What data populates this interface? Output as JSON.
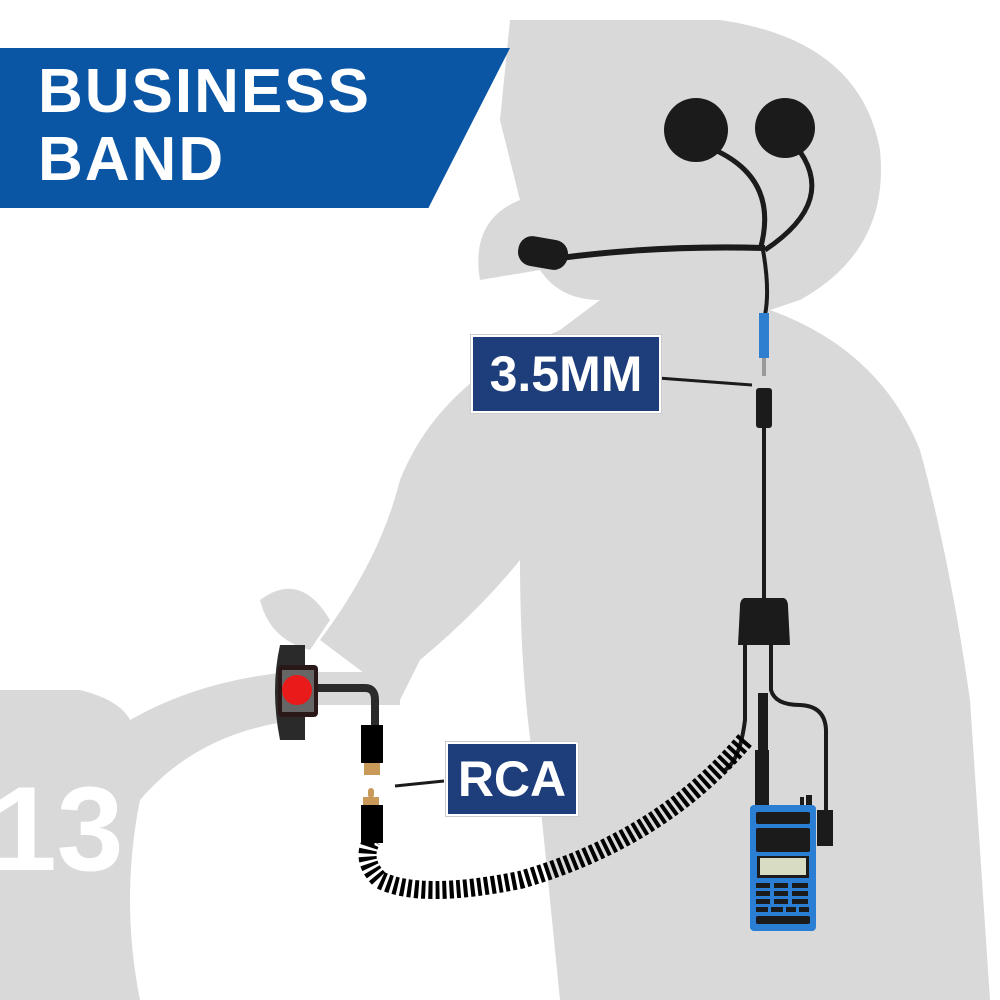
{
  "banner": {
    "line1": "BUSINESS",
    "line2": "BAND"
  },
  "labels": {
    "connector_35mm": "3.5MM",
    "connector_rca": "RCA"
  },
  "bike_number": "13",
  "colors": {
    "banner": "#0a56a5",
    "label": "#1e3d7b",
    "silhouette": "#d9d9d9",
    "radio": "#2a7fd4",
    "button": "#e81a1a"
  }
}
